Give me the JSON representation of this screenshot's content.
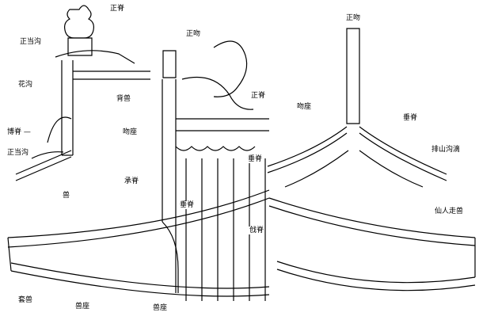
{
  "labels": {
    "zhengji_top": "正脊",
    "zhengdanggou_top": "正当沟",
    "huadang": "花沟",
    "bosji": "博脊 —",
    "zhengdanggou_left": "正当沟",
    "weishou": "兽",
    "taoshou": "套兽",
    "shouzuo_bottom": "兽座",
    "zhengwen_mid": "正吻",
    "beishou": "背兽",
    "wenzuo_mid": "吻座",
    "zhengji_mid": "正脊",
    "chuiji_mid": "垂脊",
    "chuiji_vert": "垂脊",
    "chengji": "承脊",
    "shouzuo_mid": "兽座",
    "zhengwen_right": "正吻",
    "wenzuo_right": "吻座",
    "chuiji_right": "垂脊",
    "pashan": "排山沟滴",
    "xianren": "仙人走兽",
    "jiaoji": "戗脊"
  },
  "colors": {
    "ink": "#000000",
    "paper": "#ffffff"
  }
}
